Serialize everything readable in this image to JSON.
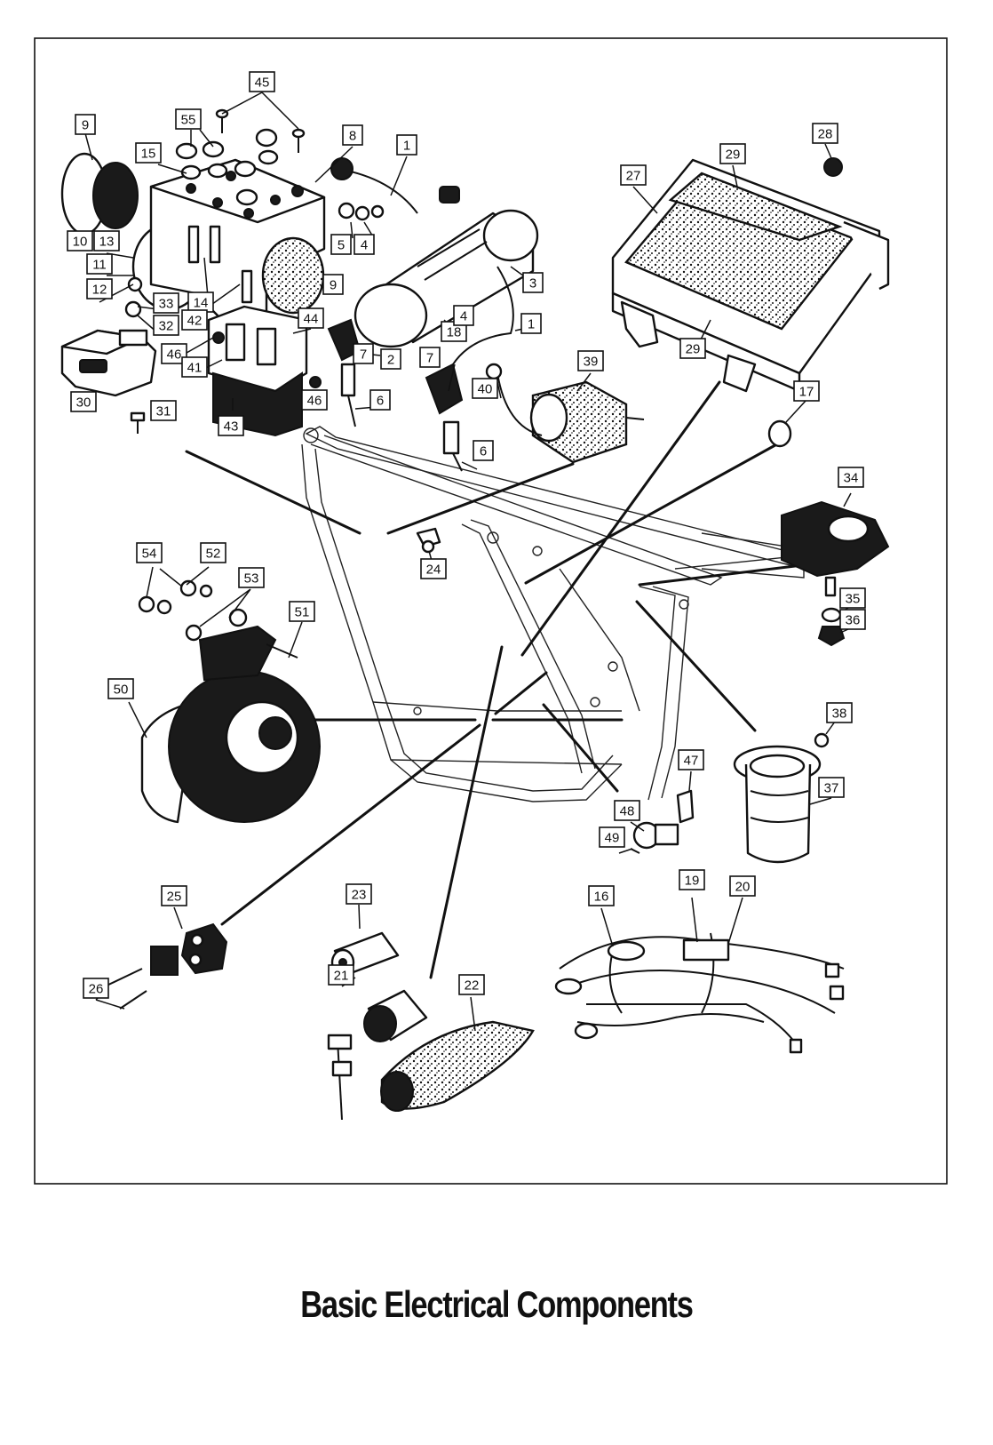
{
  "title": "Basic Electrical Components",
  "callouts": [
    "1",
    "2",
    "3",
    "4",
    "5",
    "6",
    "7",
    "8",
    "9",
    "10",
    "11",
    "12",
    "13",
    "14",
    "15",
    "16",
    "17",
    "18",
    "19",
    "20",
    "21",
    "22",
    "23",
    "24",
    "25",
    "26",
    "27",
    "28",
    "29",
    "30",
    "31",
    "32",
    "33",
    "34",
    "35",
    "36",
    "37",
    "38",
    "39",
    "40",
    "41",
    "42",
    "43",
    "44",
    "45",
    "46",
    "47",
    "48",
    "49",
    "50",
    "51",
    "52",
    "53",
    "54",
    "55"
  ]
}
